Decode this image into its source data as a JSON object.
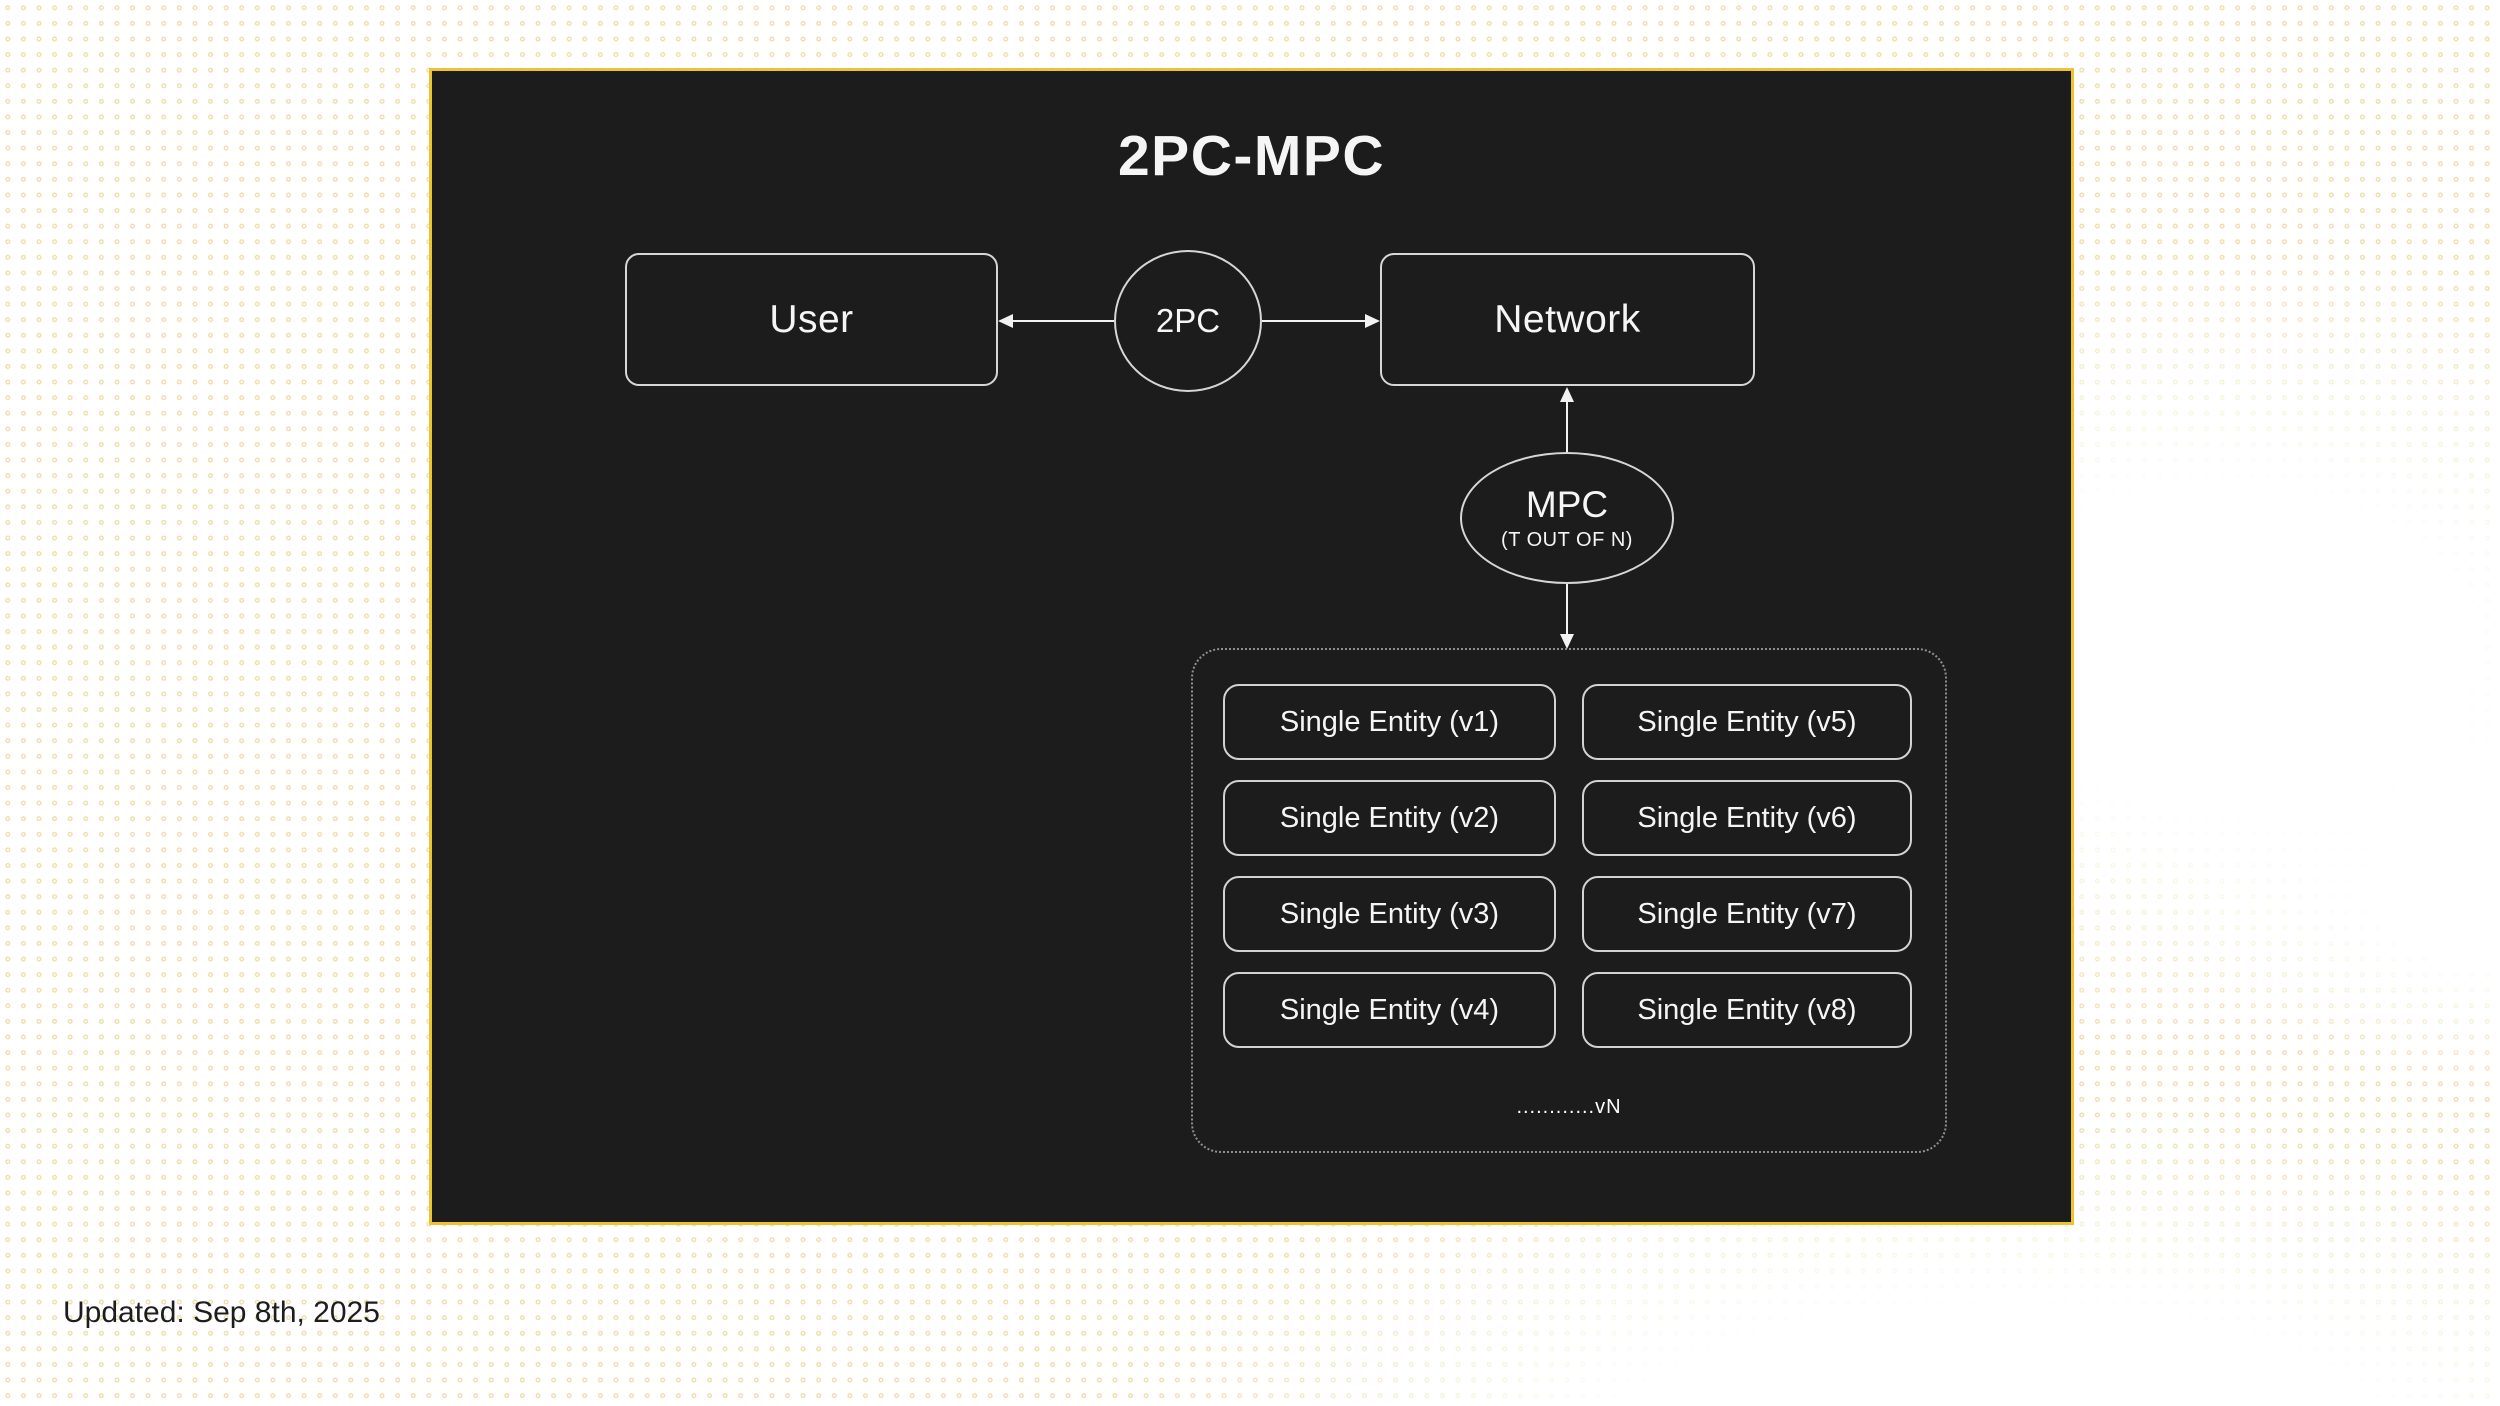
{
  "page": {
    "updated_label": "Updated: Sep 8th, 2025"
  },
  "diagram": {
    "title": "2PC-MPC",
    "nodes": {
      "user_label": "User",
      "edge_2pc_label": "2PC",
      "network_label": "Network",
      "mpc_label": "MPC",
      "mpc_sublabel": "(T OUT OF N)"
    },
    "entities": {
      "items": [
        {
          "label": "Single Entity (v1)"
        },
        {
          "label": "Single Entity (v2)"
        },
        {
          "label": "Single Entity (v3)"
        },
        {
          "label": "Single Entity (v4)"
        },
        {
          "label": "Single Entity (v5)"
        },
        {
          "label": "Single Entity (v6)"
        },
        {
          "label": "Single Entity (v7)"
        },
        {
          "label": "Single Entity (v8)"
        }
      ],
      "more_label": "............vN"
    }
  },
  "colors": {
    "panel_bg": "#1c1c1c",
    "panel_border": "#edc32f",
    "node_border": "#d6d6d6",
    "container_border": "#8f8f8f",
    "line": "#f2f2f2",
    "text_light": "#f5f5f5",
    "text_dark": "#1d1d1d",
    "dots": "#eedfae",
    "page_bg": "#ffffff"
  }
}
